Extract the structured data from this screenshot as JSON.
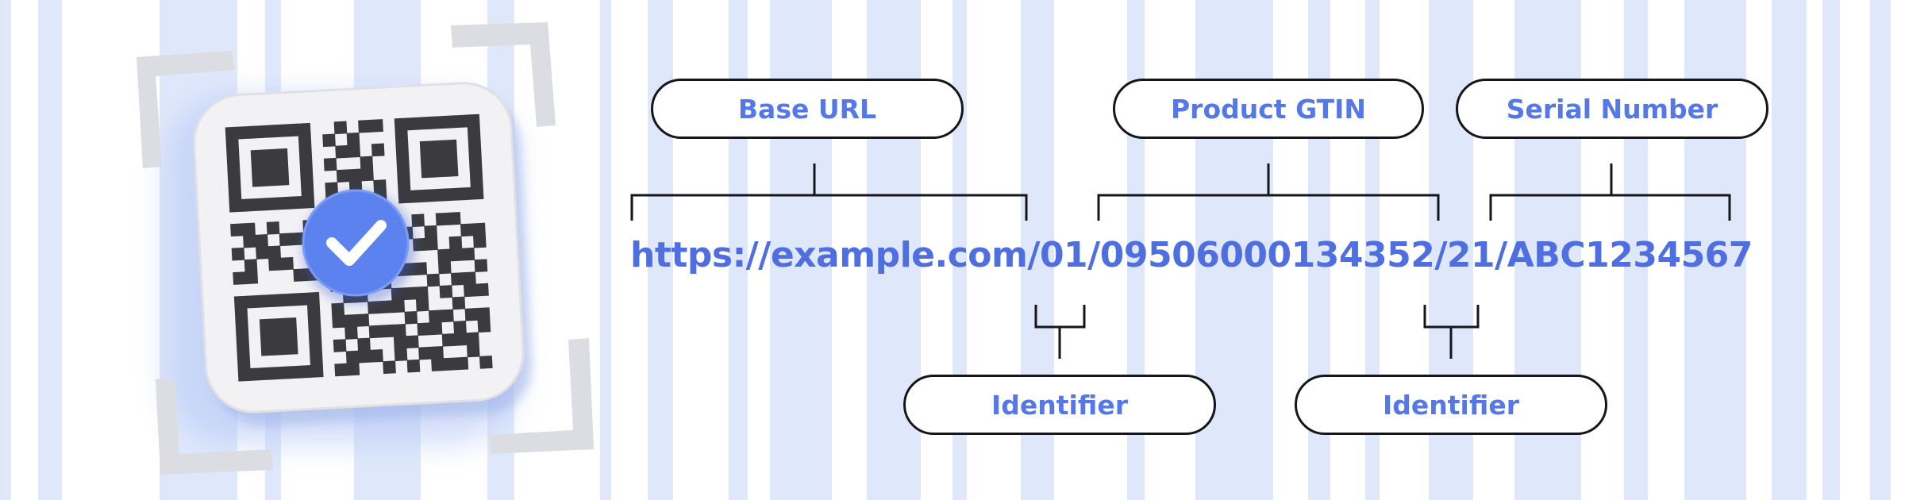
{
  "url": "https://example.com/01/09506000134352/21/ABC1234567",
  "labels": {
    "base_url": "Base URL",
    "product_gtin": "Product GTIN",
    "serial_number": "Serial Number",
    "identifier_1": "Identifier",
    "identifier_2": "Identifier"
  },
  "colors": {
    "stripe": "#dfe8fb",
    "text_accent": "#5577e8",
    "line": "#15151b",
    "check_badge": "#5b82ee"
  },
  "icons": {
    "illustration": "qr-code-icon",
    "badge": "checkmark-icon"
  }
}
